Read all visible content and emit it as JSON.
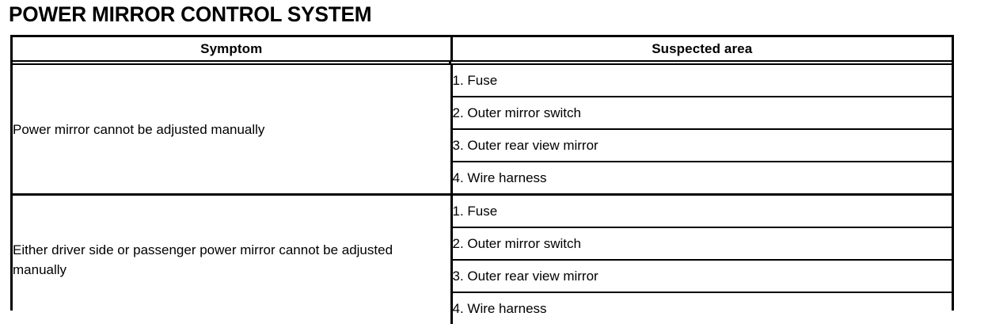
{
  "document": {
    "title": "POWER MIRROR CONTROL SYSTEM",
    "background_color": "#ffffff",
    "text_color": "#000000",
    "border_color": "#000000"
  },
  "table": {
    "columns": [
      {
        "key": "symptom",
        "header": "Symptom"
      },
      {
        "key": "suspected_area",
        "header": "Suspected area"
      }
    ],
    "groups": [
      {
        "symptom": "Power mirror cannot be adjusted manually",
        "suspected_areas": [
          "1. Fuse",
          "2. Outer mirror switch",
          "3. Outer rear view mirror",
          "4. Wire harness"
        ]
      },
      {
        "symptom": "Either driver side or passenger power mirror cannot be adjusted manually",
        "suspected_areas": [
          "1. Fuse",
          "2. Outer mirror switch",
          "3. Outer rear view mirror",
          "4. Wire harness"
        ]
      }
    ]
  }
}
